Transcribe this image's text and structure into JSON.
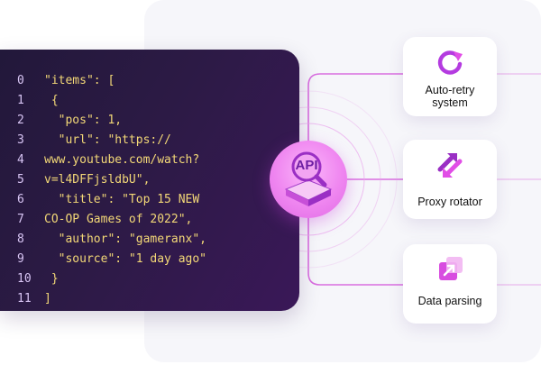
{
  "code_sample": {
    "lines": [
      {
        "num": "0",
        "text": "\"items\": ["
      },
      {
        "num": "1",
        "text": " {"
      },
      {
        "num": "2",
        "text": "  \"pos\": 1,"
      },
      {
        "num": "3",
        "text": "  \"url\": \"https://"
      },
      {
        "num": "4",
        "text": "www.youtube.com/watch?"
      },
      {
        "num": "5",
        "text": "v=l4DFFjsldbU\","
      },
      {
        "num": "6",
        "text": "  \"title\": \"Top 15 NEW"
      },
      {
        "num": "7",
        "text": "CO-OP Games of 2022\","
      },
      {
        "num": "8",
        "text": "  \"author\": \"gameranx\","
      },
      {
        "num": "9",
        "text": "  \"source\": \"1 day ago\""
      },
      {
        "num": "10",
        "text": " }"
      },
      {
        "num": "11",
        "text": "]"
      }
    ]
  },
  "hub": {
    "label": "API",
    "icon": "magnifier-platform-icon"
  },
  "features": [
    {
      "label": "Auto-retry system",
      "icon": "retry-icon"
    },
    {
      "label": "Proxy rotator",
      "icon": "rotate-arrows-icon"
    },
    {
      "label": "Data parsing",
      "icon": "expand-icon"
    }
  ],
  "colors": {
    "code_bg": "#2a1a44",
    "code_text": "#f3d877",
    "line_numbers": "#d8c5f4",
    "accent": "#e14ee6",
    "accent_dark": "#8a2be2"
  }
}
